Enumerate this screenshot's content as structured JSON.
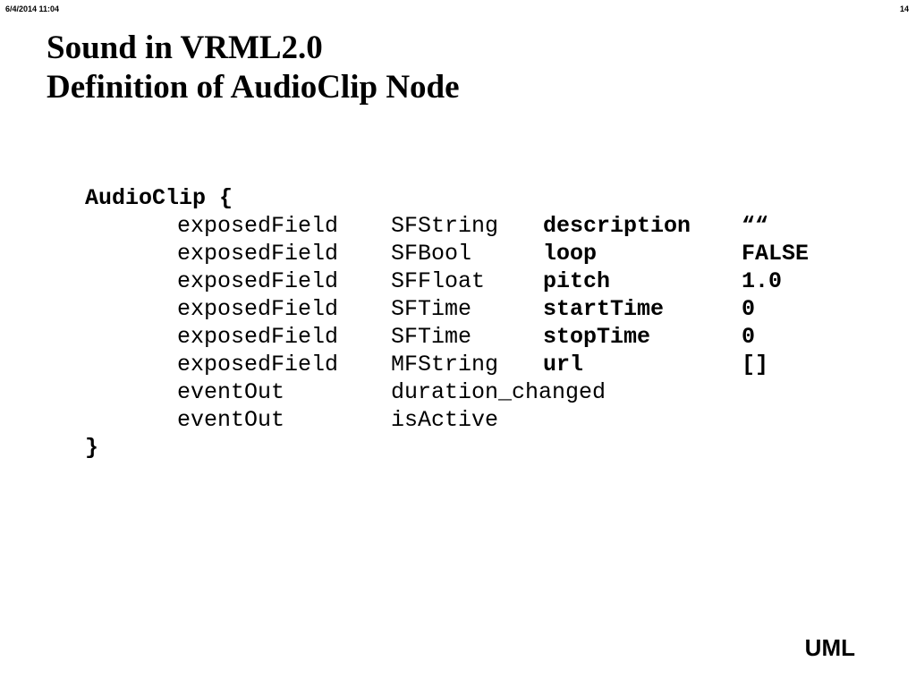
{
  "header": {
    "date": "6/4/2014  11:04",
    "page_number": "14"
  },
  "title": {
    "line1": "Sound in VRML2.0",
    "line2": "Definition of AudioClip Node"
  },
  "code": {
    "open": "AudioClip {",
    "fields": [
      {
        "kind": "exposedField",
        "type": "SFString",
        "name": "description",
        "default": "““"
      },
      {
        "kind": "exposedField",
        "type": "SFBool",
        "name": "loop",
        "default": "FALSE"
      },
      {
        "kind": "exposedField",
        "type": "SFFloat",
        "name": "pitch",
        "default": "1.0"
      },
      {
        "kind": "exposedField",
        "type": "SFTime",
        "name": "startTime",
        "default": "0"
      },
      {
        "kind": "exposedField",
        "type": "SFTime",
        "name": "stopTime",
        "default": "0"
      },
      {
        "kind": "exposedField",
        "type": "MFString",
        "name": "url",
        "default": "[]"
      }
    ],
    "events": [
      {
        "kind": "eventOut",
        "name": "duration_changed"
      },
      {
        "kind": "eventOut",
        "name": "isActive"
      }
    ],
    "close": "}"
  },
  "footer": {
    "label": "UML"
  }
}
